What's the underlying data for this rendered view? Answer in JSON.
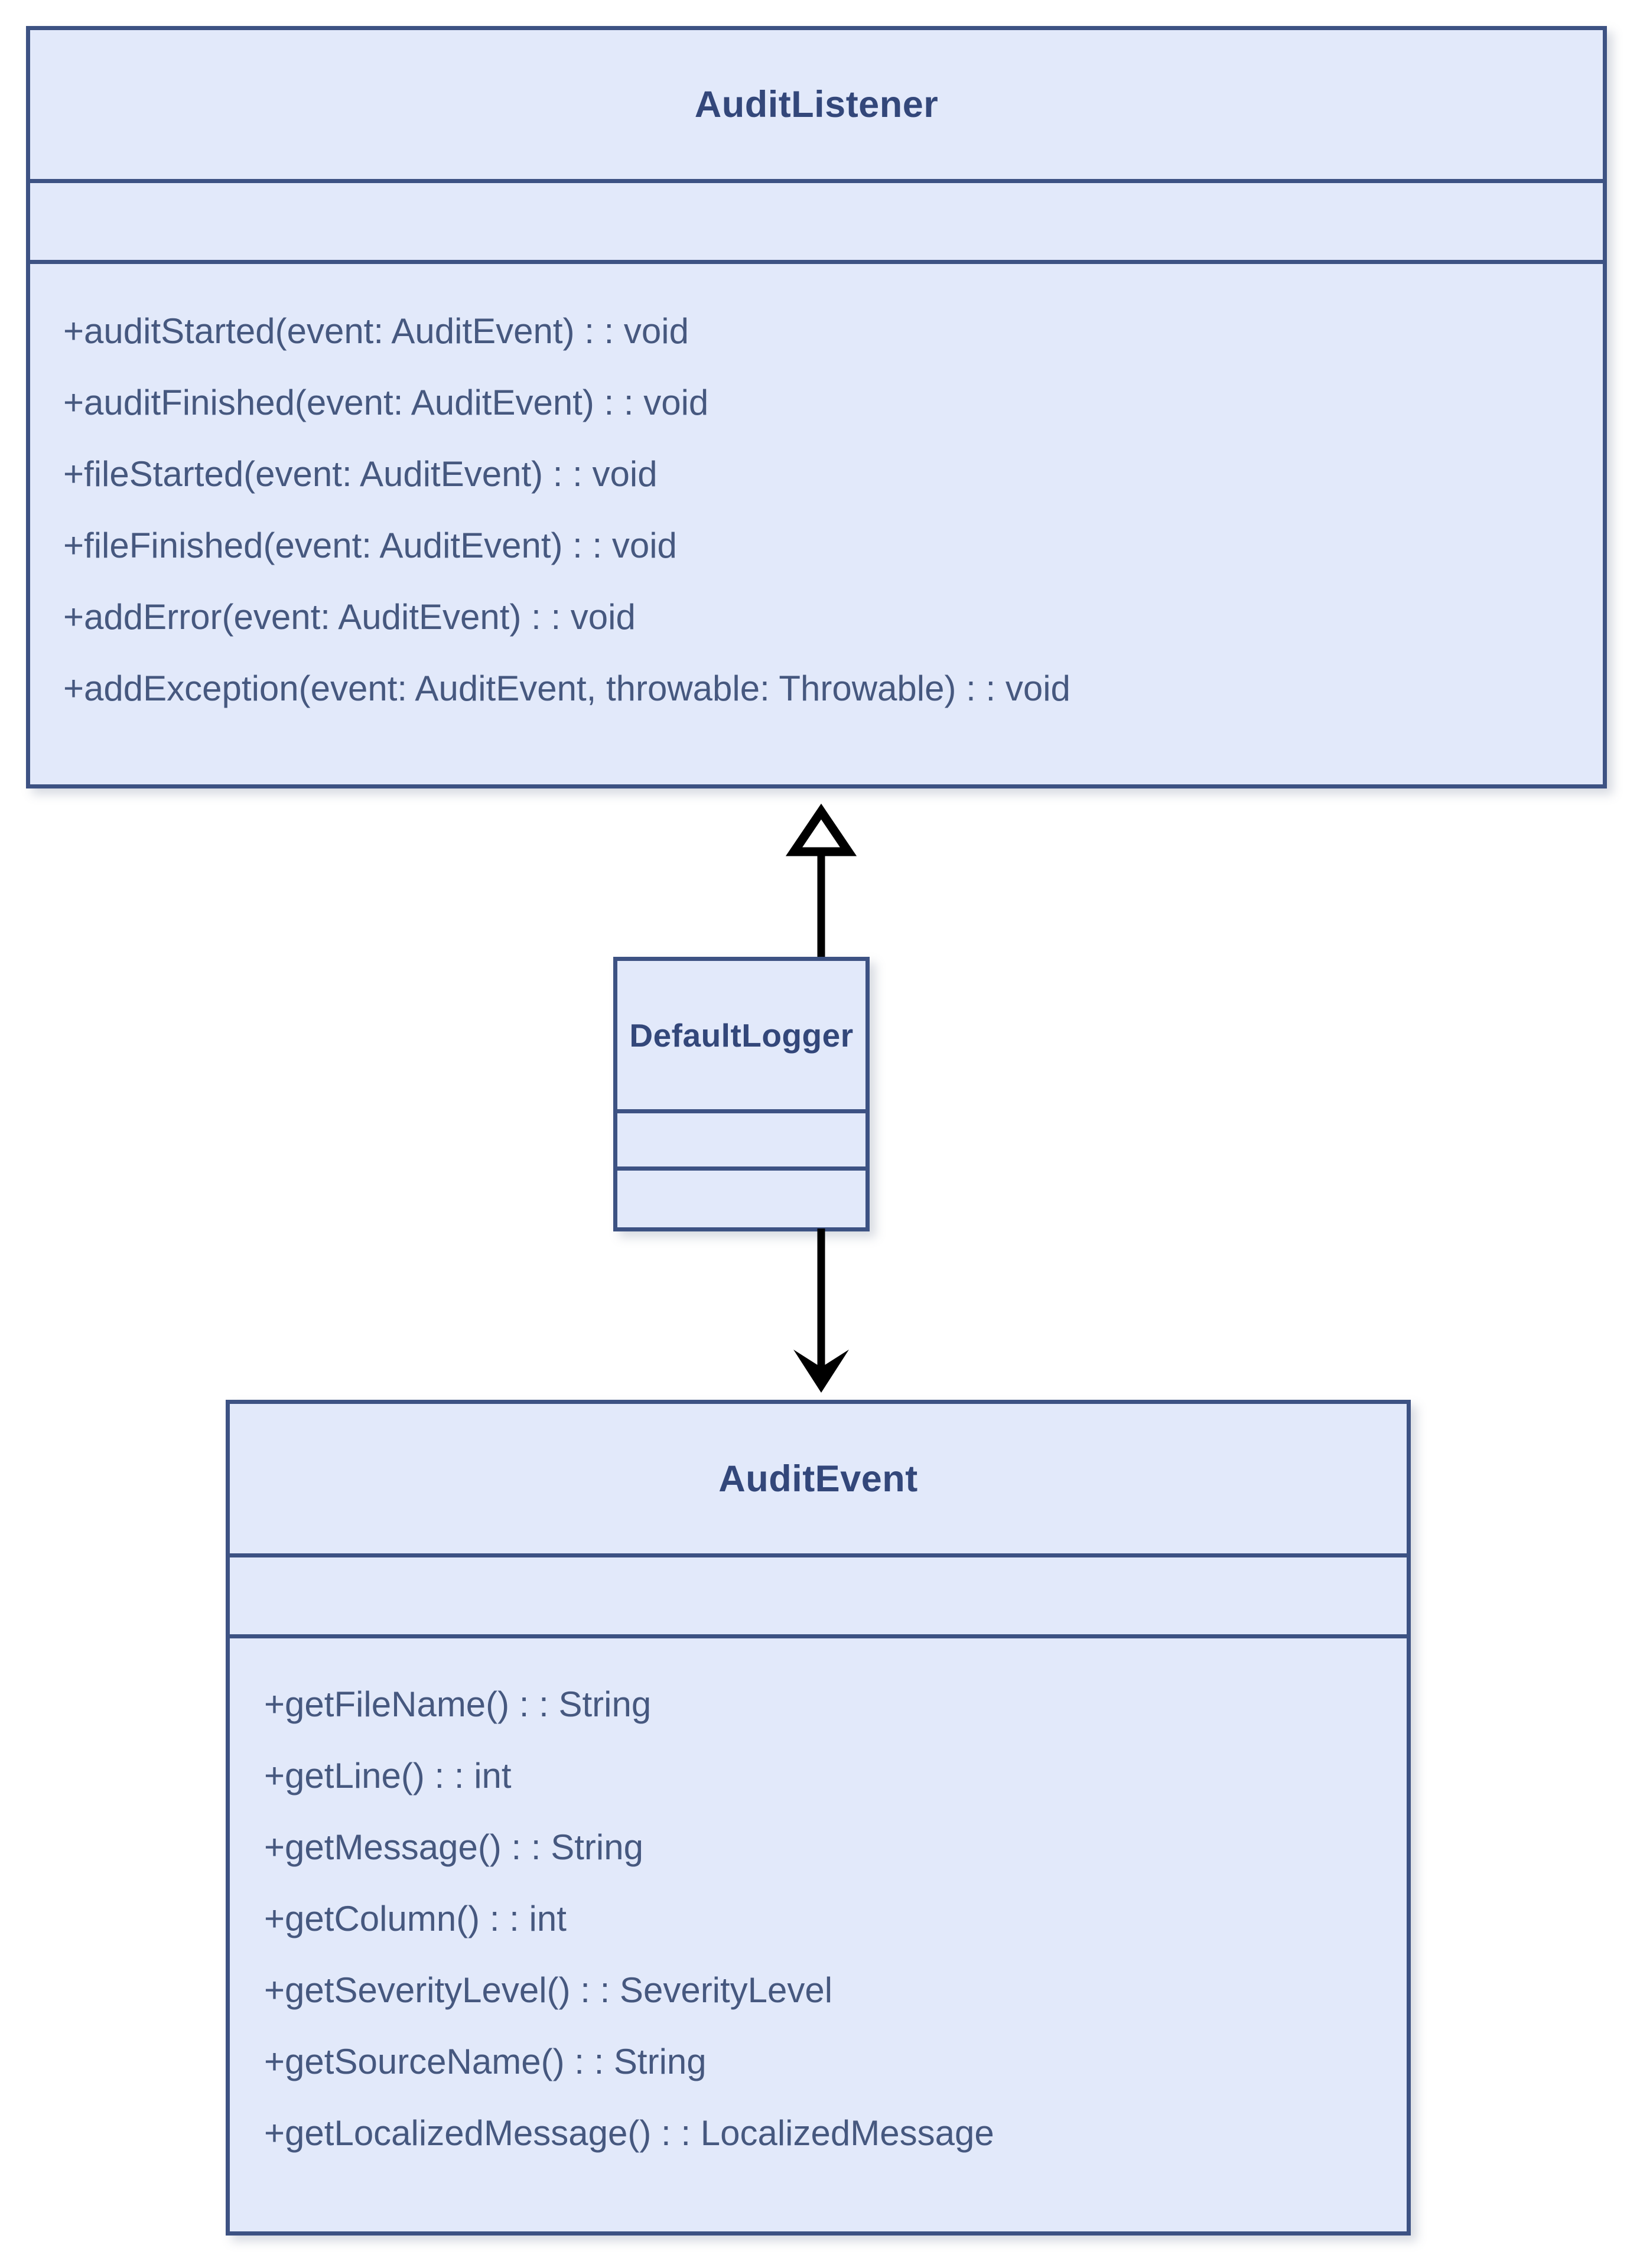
{
  "diagram": {
    "type": "uml-class-diagram",
    "background_color": "#ffffff",
    "class_fill_color": "#e2e9fa",
    "class_border_color": "#3d5283",
    "title_text_color": "#33477a",
    "member_text_color": "#46587f",
    "connector_color": "#000000"
  },
  "classes": [
    {
      "id": "auditlistener",
      "name": "AuditListener",
      "attributes": [],
      "methods": [
        "+auditStarted(event: AuditEvent) : : void",
        "+auditFinished(event: AuditEvent) : : void",
        "+fileStarted(event: AuditEvent) : : void",
        "+fileFinished(event: AuditEvent) : : void",
        "+addError(event: AuditEvent) : : void",
        "+addException(event: AuditEvent, throwable: Throwable) : : void"
      ]
    },
    {
      "id": "defaultlogger",
      "name": "DefaultLogger",
      "attributes": [],
      "methods": []
    },
    {
      "id": "auditevent",
      "name": "AuditEvent",
      "attributes": [],
      "methods": [
        "+getFileName() : : String",
        "+getLine() : : int",
        "+getMessage() : : String",
        "+getColumn() : : int",
        "+getSeverityLevel() : : SeverityLevel",
        "+getSourceName() : : String",
        "+getLocalizedMessage() : : LocalizedMessage"
      ]
    }
  ],
  "connectors": [
    {
      "id": "generalization",
      "kind": "generalization",
      "arrowhead": "hollow-triangle",
      "from": "DefaultLogger",
      "to": "AuditListener",
      "direction": "up"
    },
    {
      "id": "association",
      "kind": "association",
      "arrowhead": "solid-barb",
      "from": "DefaultLogger",
      "to": "AuditEvent",
      "direction": "down"
    }
  ]
}
